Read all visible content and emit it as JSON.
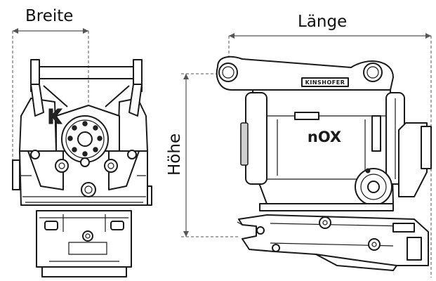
{
  "labels": {
    "width": "Breite",
    "length": "Länge",
    "height": "Höhe"
  },
  "brand_plate": "KINSHOFER",
  "model_logo": "nOX",
  "colors": {
    "line": "#1a1a1a",
    "dimension": "#555555",
    "background": "#ffffff"
  }
}
